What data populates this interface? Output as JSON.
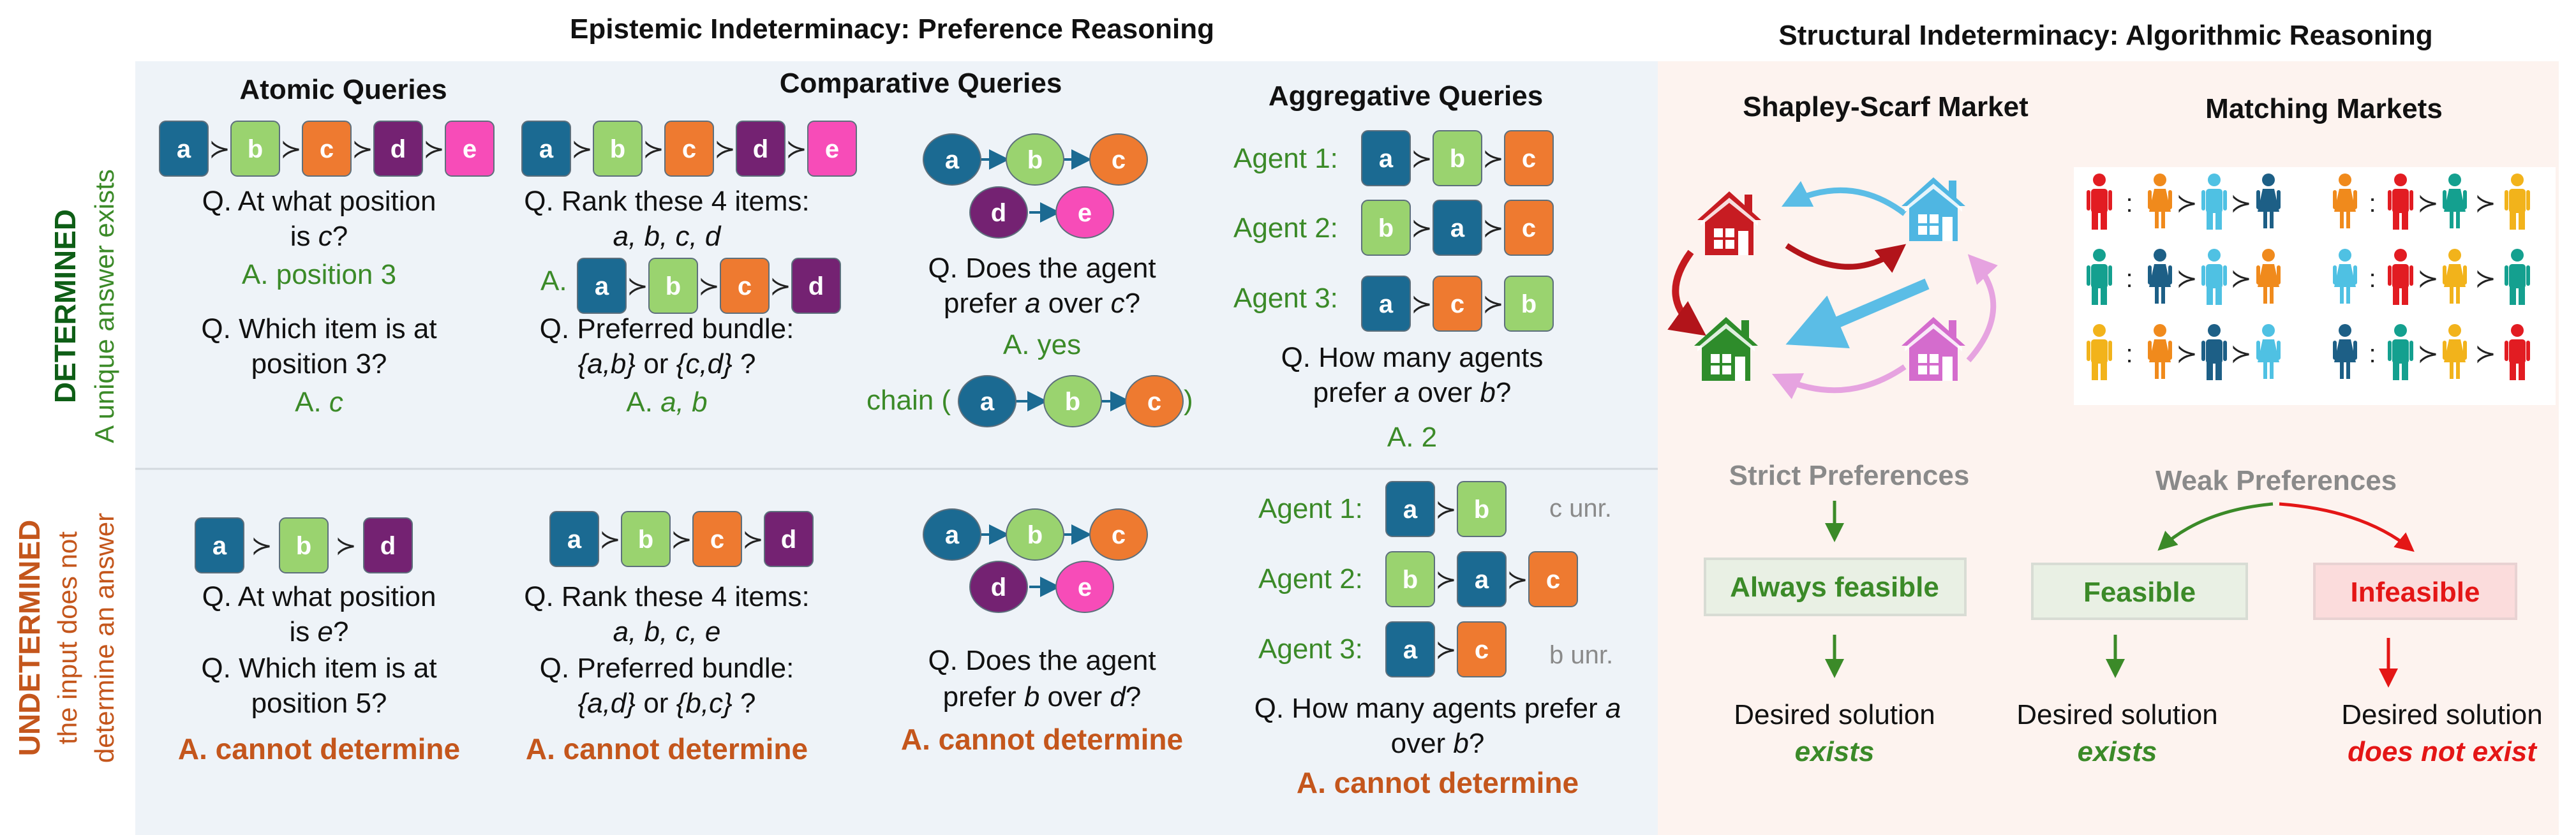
{
  "colors": {
    "a": "#1b6a92",
    "b": "#9ad36f",
    "c": "#ee7a30",
    "d": "#742272",
    "e": "#f74cb8",
    "green_text": "#3b8a28",
    "orange_text": "#c4561c",
    "dark_green": "#0e5e16",
    "panel_left": "#eef3f8",
    "panel_right": "#fdf3ef",
    "infeasible_red": "#e41616",
    "gray_label": "#8a8a8a"
  },
  "left_title": "Epistemic Indeterminacy: Preference Reasoning",
  "right_title": "Structural Indeterminacy: Algorithmic Reasoning",
  "side": {
    "determined": {
      "title": "DETERMINED",
      "subtitle": "A unique answer exists"
    },
    "undetermined": {
      "title": "UNDETERMINED",
      "line1": "the input does not",
      "line2": "determine an answer"
    }
  },
  "columns": {
    "atomic": "Atomic Queries",
    "comparative": "Comparative Queries",
    "aggregative": "Aggregative Queries"
  },
  "prefers_symbol": "≻",
  "det": {
    "atomic": {
      "q1a": "Q. At what position",
      "q1b_pre": "is ",
      "q1b_it": "c",
      "q1b_post": "?",
      "a1": "A. position 3",
      "q2a": "Q. Which item is at",
      "q2b": "position 3?",
      "a2_pre": "A. ",
      "a2_it": "c"
    },
    "comp": {
      "q1": "Q. Rank these 4 items:",
      "items": "a, b, c, d",
      "ans_prefix": "A.",
      "q2": "Q. Preferred bundle:",
      "bundle_1": "{a,b}",
      "bundle_or": " or ",
      "bundle_2": "{c,d}",
      "bundle_q": " ?",
      "a2_pre": "A. ",
      "a2_it": "a, b",
      "q3a_pre": "Q. Does the agent",
      "q3b_pre": "prefer ",
      "q3b_a": "a",
      "q3b_mid": " over ",
      "q3b_c": "c",
      "q3b_post": "?",
      "a3": "A. yes",
      "chain_label": "chain (",
      "chain_close": ")"
    },
    "agg": {
      "agents": [
        "Agent 1:",
        "Agent 2:",
        "Agent 3:"
      ],
      "q1": "Q. How many agents",
      "q2_pre": "prefer ",
      "q2_a": "a",
      "q2_mid": " over ",
      "q2_b": "b",
      "q2_post": "?",
      "ans": "A. 2"
    }
  },
  "und": {
    "atomic": {
      "q1a": "Q. At what position",
      "q1b_pre": "is ",
      "q1b_it": "e",
      "q1b_post": "?",
      "q2a": "Q. Which item is at",
      "q2b": "position 5?",
      "ans": "A. cannot determine"
    },
    "comp": {
      "q1": "Q. Rank these 4 items:",
      "items": "a, b, c, e",
      "q2": "Q. Preferred bundle:",
      "bundle_1": "{a,d}",
      "bundle_or": " or ",
      "bundle_2": "{b,c}",
      "bundle_q": " ?",
      "ans1": "A. cannot determine",
      "q3a": "Q. Does the agent",
      "q3b_pre": "prefer ",
      "q3b_b": "b",
      "q3b_mid": " over ",
      "q3b_d": "d",
      "q3b_post": "?",
      "ans2": "A. cannot determine"
    },
    "agg": {
      "agents": [
        "Agent 1:",
        "Agent 2:",
        "Agent 3:"
      ],
      "unr1": "c unr.",
      "unr3": "b unr.",
      "q1_pre": "Q. How many agents prefer ",
      "q1_it": "a",
      "q2_pre": "over ",
      "q2_it": "b",
      "q2_post": "?",
      "ans": "A. cannot determine"
    }
  },
  "right": {
    "shapley": "Shapley-Scarf Market",
    "matching": "Matching Markets",
    "strict": "Strict Preferences",
    "weak": "Weak Preferences",
    "always": "Always feasible",
    "feasible": "Feasible",
    "infeasible": "Infeasible",
    "desired": "Desired solution",
    "exists": "exists",
    "not_exist": "does not exist",
    "colon": ":",
    "person_rows": [
      [
        "red",
        "orange",
        "cyan",
        "blue",
        "orange",
        "red",
        "teal",
        "yellow"
      ],
      [
        "teal",
        "blue",
        "cyan",
        "orange",
        "cyan",
        "red",
        "yellow",
        "teal"
      ],
      [
        "yellow",
        "orange",
        "blue",
        "cyan",
        "blue",
        "teal",
        "yellow",
        "red"
      ]
    ],
    "person_colors": {
      "red": "#e21c22",
      "orange": "#f08a1c",
      "cyan": "#4fc1e3",
      "blue": "#1d5f86",
      "teal": "#14a08f",
      "yellow": "#f2b31b"
    }
  }
}
